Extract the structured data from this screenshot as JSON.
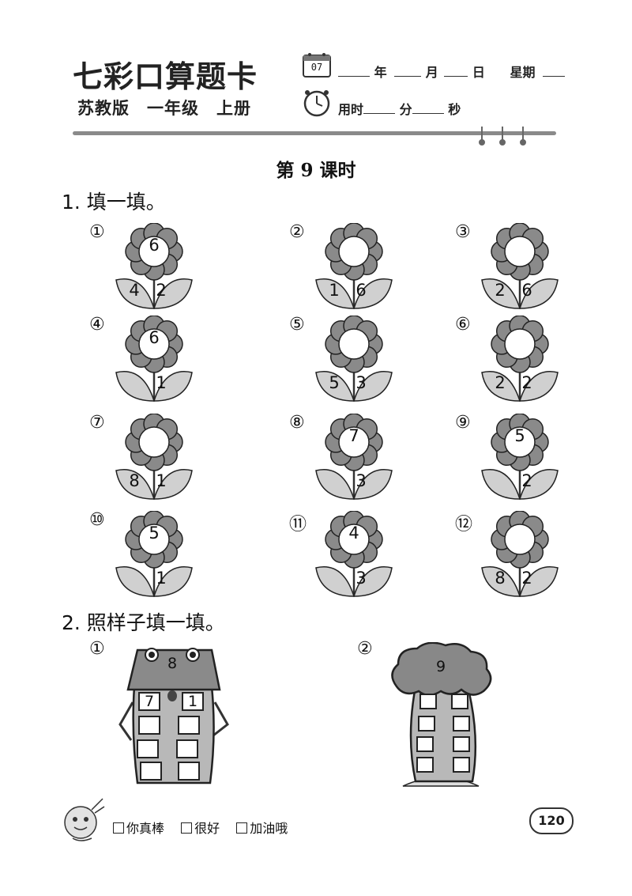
{
  "header": {
    "brand": "七彩口算题卡",
    "edition": "苏教版　一年级　上册",
    "calendar_day": "07",
    "date_fields": [
      "年",
      "月",
      "日",
      "星期"
    ],
    "time_label": "用时",
    "time_fields": [
      "分",
      "秒"
    ]
  },
  "lesson_title": "第 9 课时",
  "section1": {
    "heading": "1. 填一填。",
    "items": [
      {
        "num": "①",
        "top": "6",
        "left": "4",
        "right": "2"
      },
      {
        "num": "②",
        "top": "",
        "left": "1",
        "right": "6"
      },
      {
        "num": "③",
        "top": "",
        "left": "2",
        "right": "6"
      },
      {
        "num": "④",
        "top": "6",
        "left": "",
        "right": "1"
      },
      {
        "num": "⑤",
        "top": "",
        "left": "5",
        "right": "3"
      },
      {
        "num": "⑥",
        "top": "",
        "left": "2",
        "right": "2"
      },
      {
        "num": "⑦",
        "top": "",
        "left": "8",
        "right": "1"
      },
      {
        "num": "⑧",
        "top": "7",
        "left": "",
        "right": "3"
      },
      {
        "num": "⑨",
        "top": "5",
        "left": "",
        "right": "2"
      },
      {
        "num": "⑩",
        "top": "5",
        "left": "",
        "right": "1"
      },
      {
        "num": "⑪",
        "top": "4",
        "left": "",
        "right": "3"
      },
      {
        "num": "⑫",
        "top": "",
        "left": "8",
        "right": "2"
      }
    ]
  },
  "section2": {
    "heading": "2. 照样子填一填。",
    "example1": {
      "num": "①",
      "roof": "8",
      "row1_left": "7",
      "row1_right": "1"
    },
    "example2": {
      "num": "②",
      "roof": "9"
    }
  },
  "footer": {
    "options": [
      "你真棒",
      "很好",
      "加油哦"
    ],
    "page_number": "120"
  }
}
